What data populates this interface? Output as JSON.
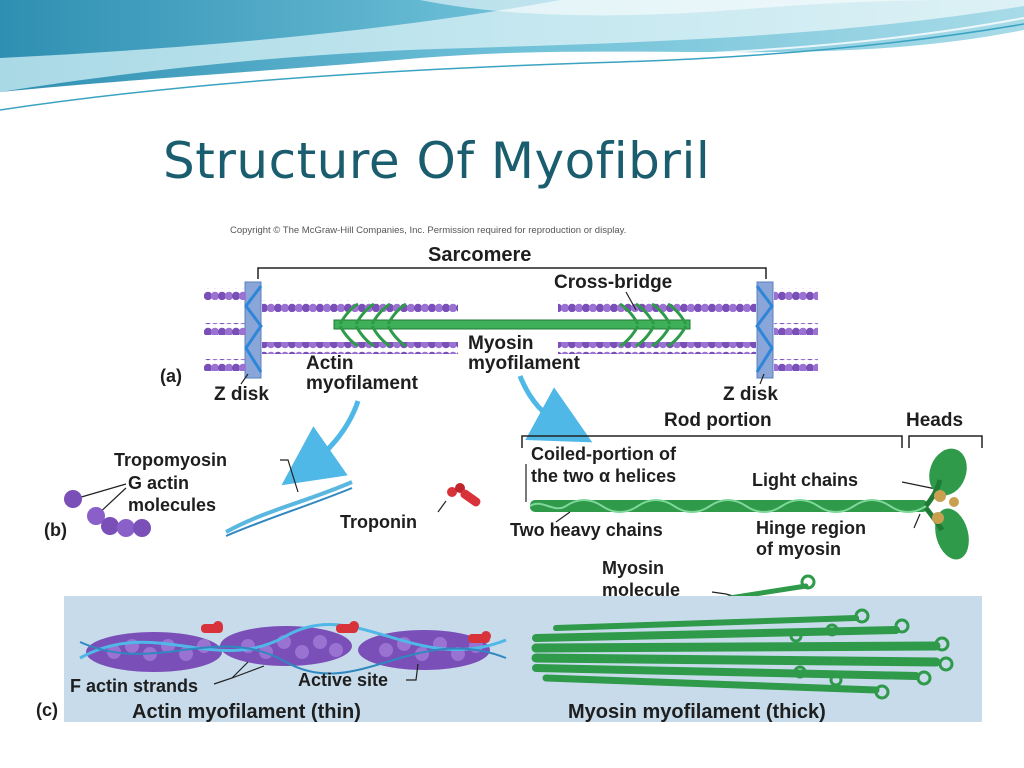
{
  "slide": {
    "title": "Structure Of Myofibril"
  },
  "figure": {
    "copyright": "Copyright © The McGraw-Hill Companies, Inc. Permission required for reproduction or display.",
    "panel_a": {
      "letter": "(a)",
      "sarcomere": "Sarcomere",
      "cross_bridge": "Cross-bridge",
      "actin_line1": "Actin",
      "actin_line2": "myofilament",
      "myosin_line1": "Myosin",
      "myosin_line2": "myofilament",
      "z_disk_left": "Z disk",
      "z_disk_right": "Z disk"
    },
    "panel_b": {
      "letter": "(b)",
      "tropomyosin": "Tropomyosin",
      "g_actin_line1": "G actin",
      "g_actin_line2": "molecules",
      "troponin": "Troponin",
      "rod_portion": "Rod portion",
      "heads": "Heads",
      "coiled_line1": "Coiled-portion of",
      "coiled_line2": "the two α helices",
      "light_chains": "Light chains",
      "two_heavy_chains": "Two heavy chains",
      "hinge_line1": "Hinge region",
      "hinge_line2": "of myosin",
      "myosin_molecule_line1": "Myosin",
      "myosin_molecule_line2": "molecule"
    },
    "panel_c": {
      "letter": "(c)",
      "f_actin_strands": "F actin strands",
      "active_site": "Active site",
      "actin_thin": "Actin myofilament (thin)",
      "myosin_thick": "Myosin myofilament (thick)"
    }
  },
  "colors": {
    "title": "#1a5d6e",
    "actin_purple": "#7b4fb8",
    "myosin_green": "#2e9a4a",
    "troponin_red": "#d8323a",
    "z_disk_blue": "#4f9fd8",
    "panel_bg": "#c7dbea"
  }
}
